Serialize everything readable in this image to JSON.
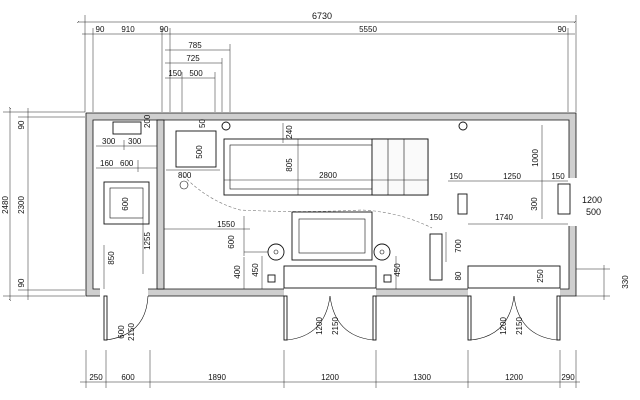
{
  "dimensions": {
    "total_width": "6730",
    "top_left_90": "90",
    "top_910": "910",
    "top_mid_90": "90",
    "top_5550": "5550",
    "top_right_90": "90",
    "d785": "785",
    "d725": "725",
    "d150": "150",
    "d500": "500",
    "left_total": "2480",
    "left_90_top": "90",
    "left_2300": "2300",
    "left_90_bottom": "90",
    "d300a": "300",
    "d300b": "300",
    "d200": "200",
    "d160": "160",
    "d600_a": "600",
    "d600_cabinet": "600",
    "d1255": "1255",
    "d850": "850",
    "d600_door": "600",
    "d2150_door_left": "2150",
    "d50": "50",
    "d500_box": "500",
    "d240": "240",
    "d805": "805",
    "d2800": "2800",
    "d800": "800",
    "d1550": "1550",
    "d600_mid": "600",
    "d400": "400",
    "d450_left": "450",
    "d450_right": "450",
    "d1000": "1000",
    "d150_r1": "150",
    "d1250": "1250",
    "d150_r2": "150",
    "d300_r": "300",
    "d1740": "1740",
    "d150_r3": "150",
    "d700": "700",
    "d80": "80",
    "d250_r": "250",
    "window_1200": "1200",
    "window_500": "500",
    "d330": "330",
    "door1_1200": "1200",
    "door1_2150": "2150",
    "door2_1200": "1200",
    "door2_2150": "2150",
    "b250": "250",
    "b600": "600",
    "b1890": "1890",
    "b1200_a": "1200",
    "b1300": "1300",
    "b1200_b": "1200",
    "b290": "290"
  }
}
